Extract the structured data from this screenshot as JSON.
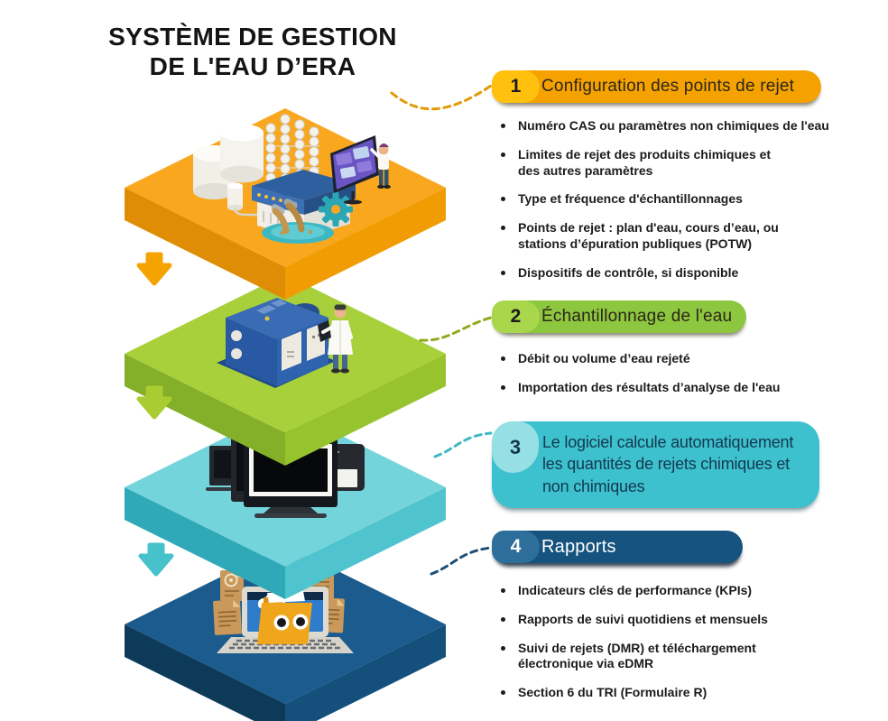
{
  "title": {
    "text": "SYSTÈME DE GESTION\nDE L'EAU D’ERA"
  },
  "sections": [
    {
      "number": "1",
      "heading": "Configuration des points de rejet",
      "accent_color": "#F5A201",
      "badge_color": "#FFC10D",
      "bullets": [
        "Numéro CAS ou paramètres non chimiques de l'eau",
        "Limites de rejet des produits chimiques et\ndes autres paramètres",
        "Type et fréquence d'échantillonnages",
        "Points de rejet : plan d'eau, cours d’eau, ou\nstations d’épuration publiques (POTW)",
        "Dispositifs de contrôle, si disponible"
      ]
    },
    {
      "number": "2",
      "heading": "Échantillonnage de l'eau",
      "accent_color": "#8DC63F",
      "badge_color": "#A9D74B",
      "bullets": [
        "Débit ou volume d’eau rejeté",
        "Importation des résultats d’analyse de l'eau"
      ]
    },
    {
      "number": "3",
      "heading": "Le logiciel calcule automatiquement\nles quantités de rejets chimiques et\nnon chimiques",
      "accent_color": "#3EC1CE",
      "badge_color": "#96DFE4",
      "bullets": []
    },
    {
      "number": "4",
      "heading": "Rapports",
      "accent_color": "#16537F",
      "badge_color": "#2D6E9B",
      "bullets": [
        "Indicateurs clés de performance (KPIs)",
        "Rapports de suivi quotidiens et mensuels",
        "Suivi de rejets (DMR) et téléchargement\nélectronique via eDMR",
        "Section 6 du TRI (Formulaire R)"
      ]
    }
  ],
  "platforms": [
    {
      "icon": "factory-discharge-platform",
      "top_color": "#F9A71F"
    },
    {
      "icon": "water-sampling-platform",
      "top_color": "#A8D03B"
    },
    {
      "icon": "software-computers-platform",
      "top_color": "#74D4DB"
    },
    {
      "icon": "reports-documents-platform",
      "top_color": "#1B5B8D"
    }
  ]
}
